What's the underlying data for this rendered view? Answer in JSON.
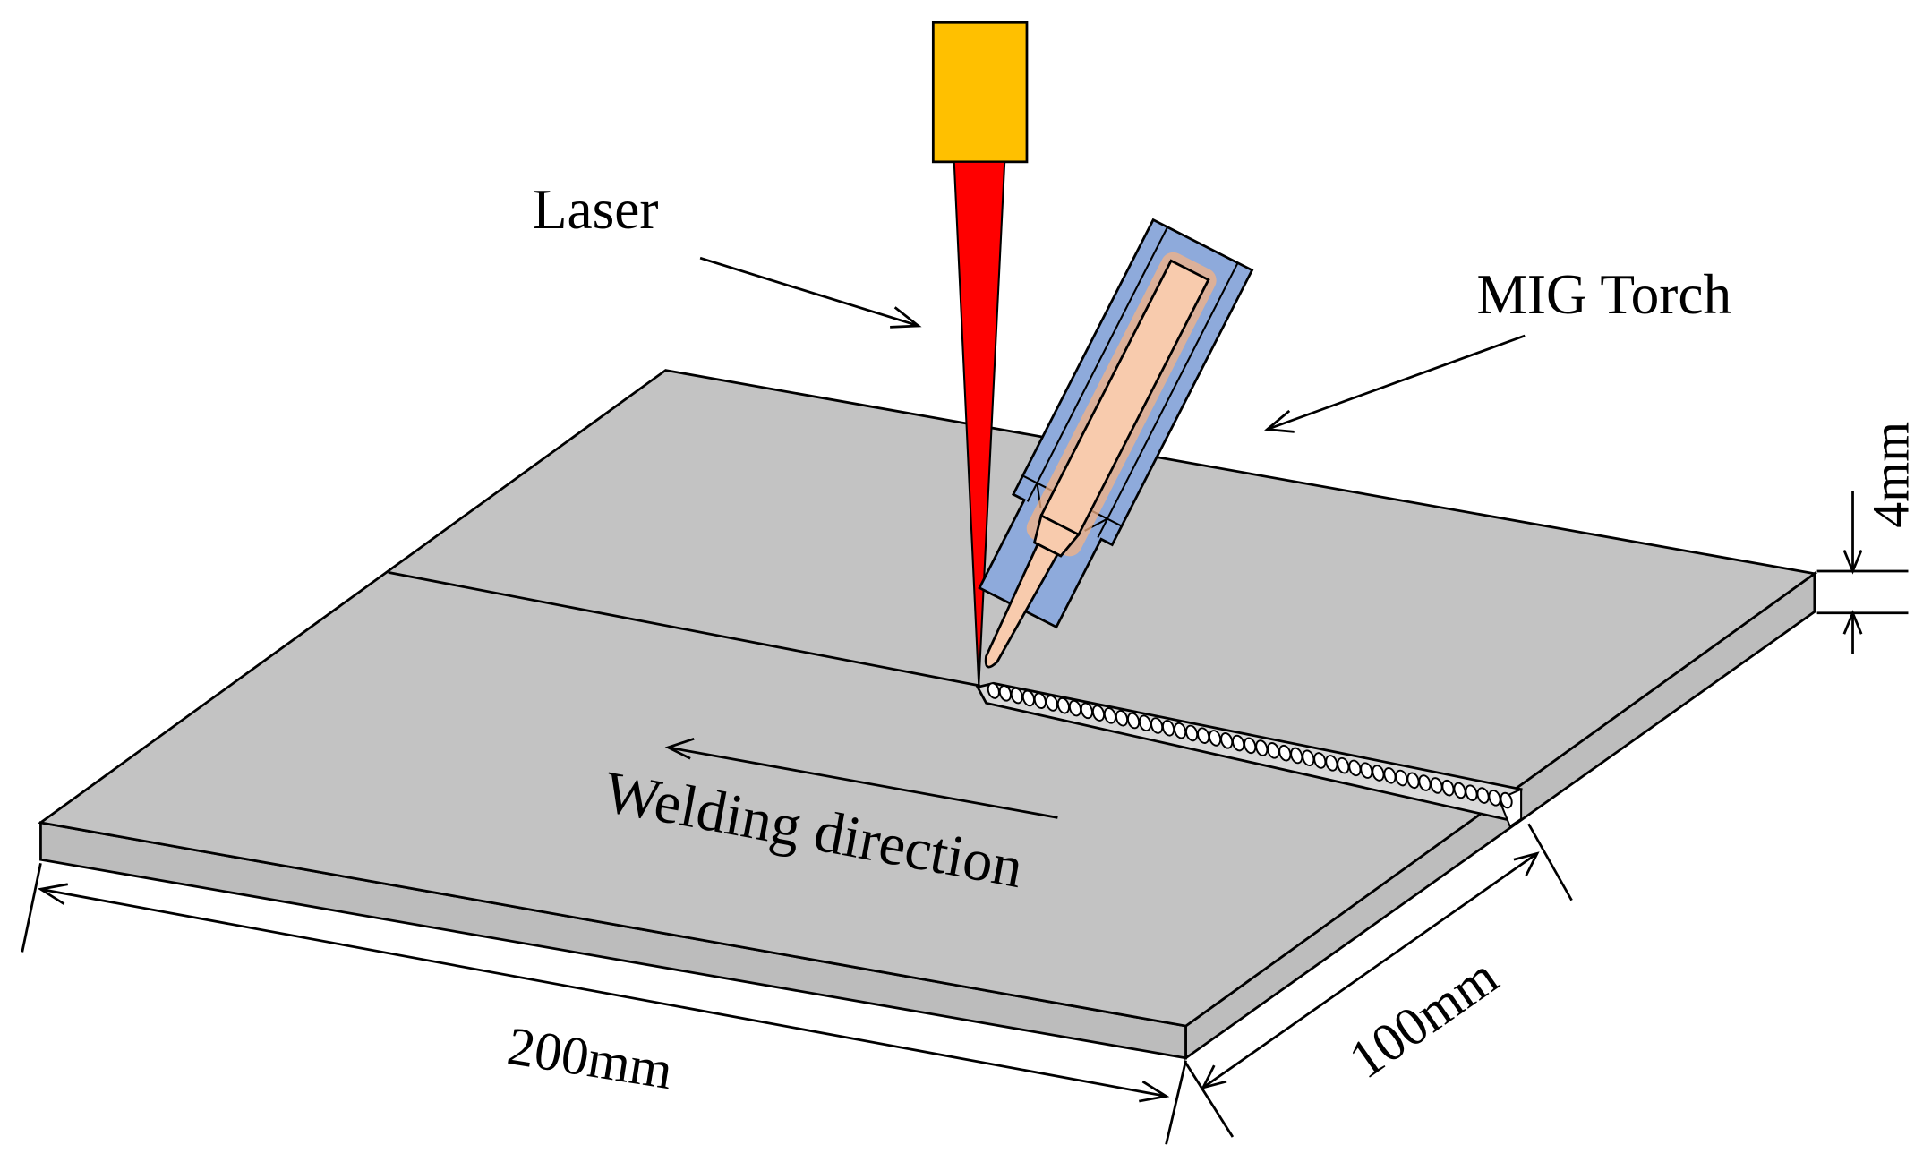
{
  "labels": {
    "laser": "Laser",
    "mig_torch": "MIG Torch",
    "welding_direction": "Welding direction",
    "length": "200mm",
    "width": "100mm",
    "thickness": "4mm"
  },
  "colors": {
    "plate_top": "#c3c3c3",
    "plate_side": "#bdbdbd",
    "laser_head": "#ffc000",
    "laser_beam": "#ff0000",
    "torch_nozzle": "#8eaadb",
    "torch_inner": "#b4c7e7",
    "torch_glow": "#f4b183",
    "torch_tip": "#f8cbad",
    "outline": "#000000"
  }
}
